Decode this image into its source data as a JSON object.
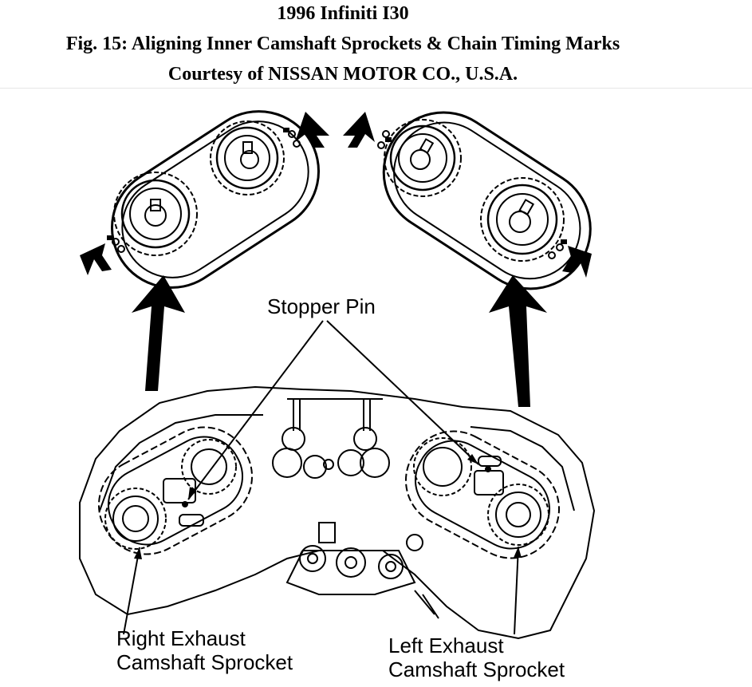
{
  "header": {
    "vehicle": "1996 Infiniti I30",
    "figure_title": "Fig. 15: Aligning Inner Camshaft Sprockets & Chain Timing Marks",
    "courtesy": "Courtesy of NISSAN MOTOR CO., U.S.A."
  },
  "labels": {
    "stopper_pin": "Stopper Pin",
    "right_exhaust_line1": "Right Exhaust",
    "right_exhaust_line2": "Camshaft Sprocket",
    "left_exhaust_line1": "Left Exhaust",
    "left_exhaust_line2": "Camshaft Sprocket"
  },
  "icons": [
    "up-arrow-icon",
    "timing-mark-arrow-icon"
  ]
}
